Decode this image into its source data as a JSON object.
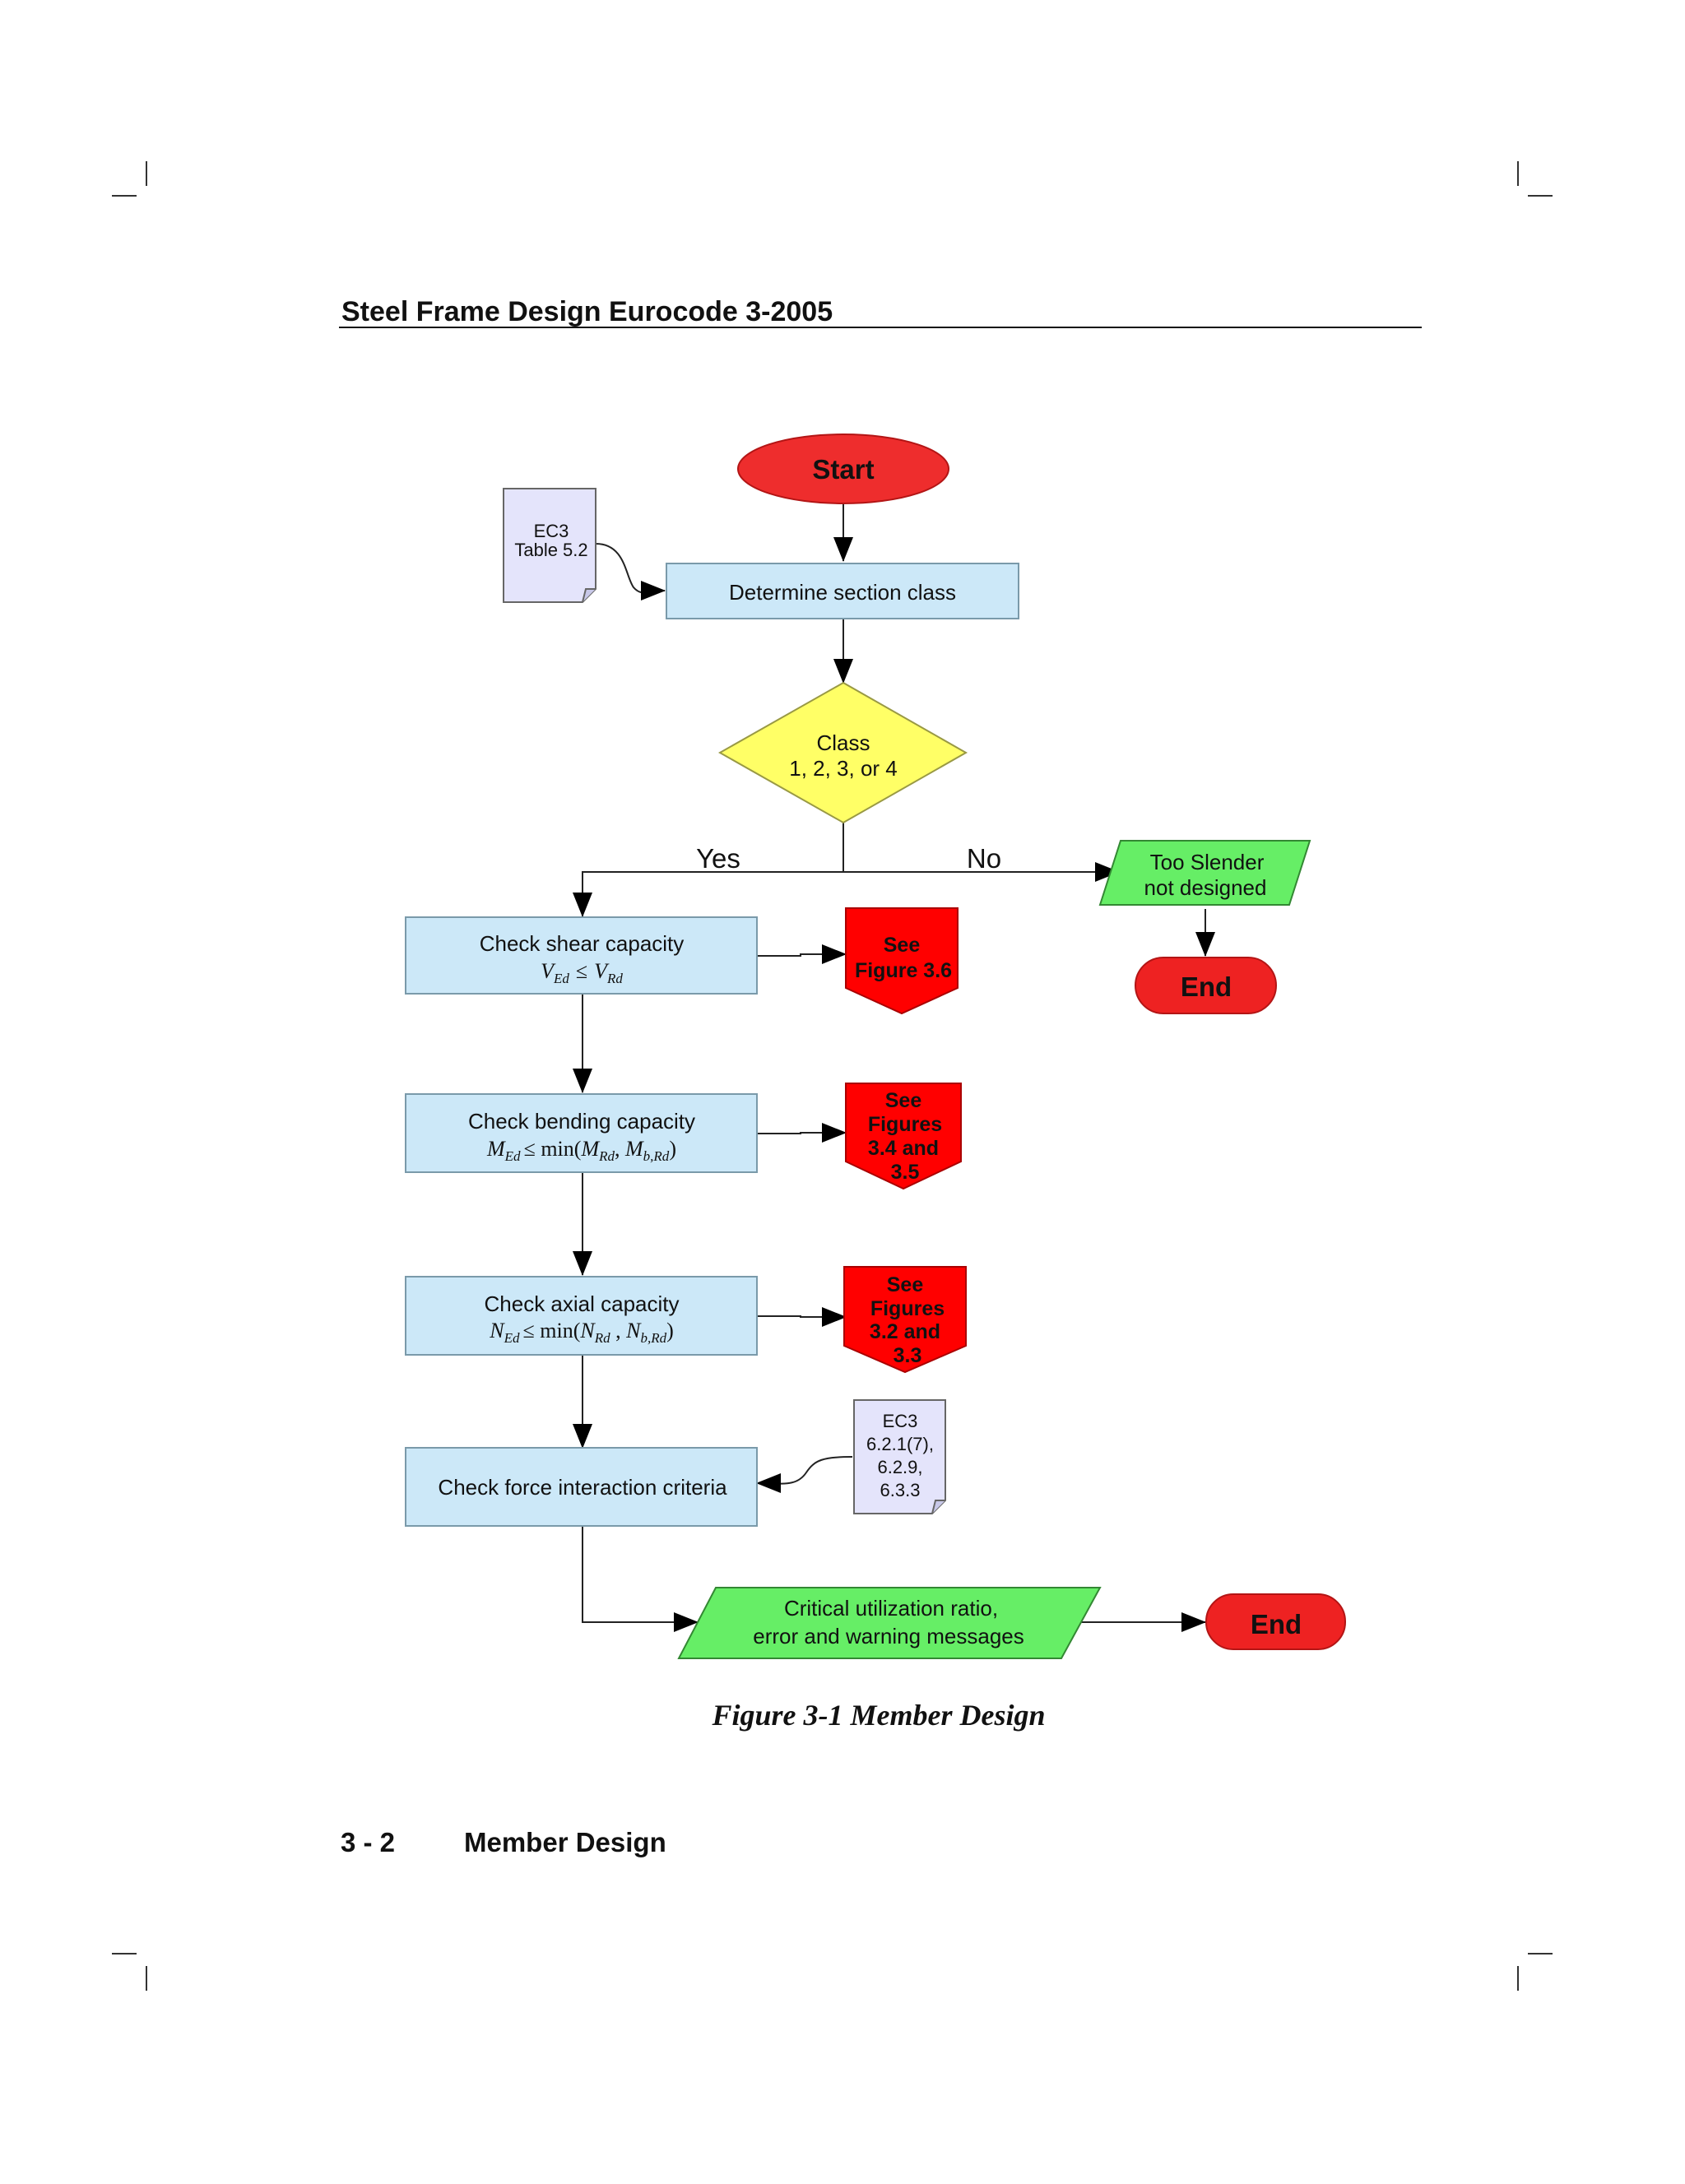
{
  "header": {
    "title": "Steel Frame Design Eurocode 3-2005"
  },
  "flowchart": {
    "start": "Start",
    "determine": "Determine section class",
    "note1": {
      "line1": "EC3",
      "line2": "Table 5.2"
    },
    "decision": {
      "line1": "Class",
      "line2": "1, 2, 3, or 4"
    },
    "yes": "Yes",
    "no": "No",
    "slender": {
      "line1": "Too Slender",
      "line2": "not designed"
    },
    "end1": "End",
    "shear": {
      "label": "Check shear capacity",
      "lhs": "V",
      "lhs_sub": "Ed",
      "op": "≤",
      "rhs": "V",
      "rhs_sub": "Rd"
    },
    "see_shear": {
      "line1": "See",
      "line2": "Figure 3.6"
    },
    "bending": {
      "label": "Check bending capacity",
      "lhs": "M",
      "lhs_sub": "Ed",
      "op": "≤ min(",
      "a": "M",
      "a_sub": "Rd",
      "sep": ", ",
      "b": "M",
      "b_sub": "b,Rd",
      "close": ")"
    },
    "see_bending": {
      "line1": "See",
      "line2": "Figures",
      "line3": "3.4 and",
      "line4": "3.5"
    },
    "axial": {
      "label": "Check axial capacity",
      "lhs": "N",
      "lhs_sub": "Ed",
      "op": "≤  min(",
      "a": "N",
      "a_sub": "Rd",
      "sep": " , ",
      "b": "N",
      "b_sub": "b,Rd",
      "close": ")"
    },
    "see_axial": {
      "line1": "See",
      "line2": "Figures",
      "line3": "3.2 and",
      "line4": "3.3"
    },
    "note2": {
      "line1": "EC3",
      "line2": "6.2.1(7),",
      "line3": "6.2.9,",
      "line4": "6.3.3"
    },
    "interaction": "Check force interaction criteria",
    "output": {
      "line1": "Critical utilization ratio,",
      "line2": "error and warning messages"
    },
    "end2": "End"
  },
  "caption": "Figure 3-1 Member Design",
  "footer": {
    "page": "3 - 2",
    "section": "Member Design"
  },
  "colors": {
    "terminal": "#ee2d2d",
    "process": "#cce8f8",
    "decision": "#ffff66",
    "io": "#66ee66",
    "offpage": "#ff0000",
    "note": "#e4e4fb"
  }
}
